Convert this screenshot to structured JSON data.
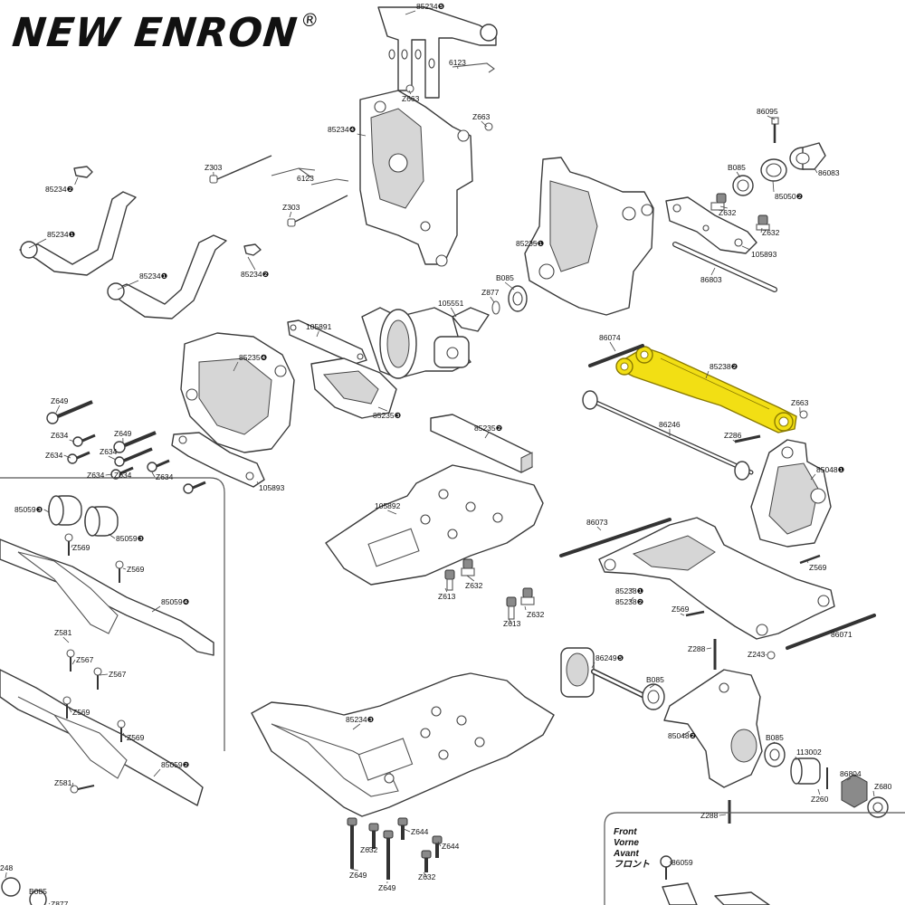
{
  "brand": {
    "name": "NEW ENRON",
    "mark": "®"
  },
  "highlight_color": "#f2df14",
  "labels": [
    {
      "id": "l1",
      "text": "85234",
      "num": "❺"
    },
    {
      "id": "l2",
      "text": "6123"
    },
    {
      "id": "l3",
      "text": "Z663"
    },
    {
      "id": "l4",
      "text": "Z663"
    },
    {
      "id": "l5",
      "text": "85234",
      "num": "❹"
    },
    {
      "id": "l6",
      "text": "Z303"
    },
    {
      "id": "l7",
      "text": "6123"
    },
    {
      "id": "l8",
      "text": "Z303"
    },
    {
      "id": "l9",
      "text": "85234",
      "num": "❷"
    },
    {
      "id": "l10",
      "text": "85234",
      "num": "❶"
    },
    {
      "id": "l11",
      "text": "85234",
      "num": "❶"
    },
    {
      "id": "l12",
      "text": "85234",
      "num": "❷"
    },
    {
      "id": "l13",
      "text": "86095"
    },
    {
      "id": "l14",
      "text": "B085"
    },
    {
      "id": "l15",
      "text": "86083"
    },
    {
      "id": "l16",
      "text": "85050",
      "num": "❷"
    },
    {
      "id": "l17",
      "text": "Z632"
    },
    {
      "id": "l18",
      "text": "Z632"
    },
    {
      "id": "l19",
      "text": "85235",
      "num": "❶"
    },
    {
      "id": "l20",
      "text": "105893"
    },
    {
      "id": "l21",
      "text": "B085"
    },
    {
      "id": "l22",
      "text": "Z877"
    },
    {
      "id": "l23",
      "text": "86803"
    },
    {
      "id": "l24",
      "text": "105551"
    },
    {
      "id": "l25",
      "text": "105891"
    },
    {
      "id": "l26",
      "text": "86074"
    },
    {
      "id": "l27",
      "text": "85238",
      "num": "❷"
    },
    {
      "id": "l28",
      "text": "85235",
      "num": "❹"
    },
    {
      "id": "l29",
      "text": "Z663"
    },
    {
      "id": "l30",
      "text": "Z649"
    },
    {
      "id": "l31",
      "text": "85235",
      "num": "❸"
    },
    {
      "id": "l32",
      "text": "86246"
    },
    {
      "id": "l33",
      "text": "Z634"
    },
    {
      "id": "l34",
      "text": "Z649"
    },
    {
      "id": "l35",
      "text": "Z286"
    },
    {
      "id": "l36",
      "text": "85235",
      "num": "❷"
    },
    {
      "id": "l37",
      "text": "Z634"
    },
    {
      "id": "l38",
      "text": "Z634"
    },
    {
      "id": "l39",
      "text": "85048",
      "num": "❶"
    },
    {
      "id": "l40",
      "text": "Z634"
    },
    {
      "id": "l41",
      "text": "Z634"
    },
    {
      "id": "l42",
      "text": "105893"
    },
    {
      "id": "l43",
      "text": "Z634"
    },
    {
      "id": "l44",
      "text": "85059",
      "num": "❸"
    },
    {
      "id": "l45",
      "text": "105892"
    },
    {
      "id": "l46",
      "text": "86073"
    },
    {
      "id": "l47",
      "text": "Z569"
    },
    {
      "id": "l48",
      "text": "85059",
      "num": "❸"
    },
    {
      "id": "l49",
      "text": "Z569"
    },
    {
      "id": "l50",
      "text": "Z569"
    },
    {
      "id": "l51",
      "text": "Z613"
    },
    {
      "id": "l52",
      "text": "Z632"
    },
    {
      "id": "l53",
      "text": "85238",
      "num": "❶"
    },
    {
      "id": "l54",
      "text": "85238",
      "num": "❷"
    },
    {
      "id": "l55",
      "text": "85059",
      "num": "❹"
    },
    {
      "id": "l56",
      "text": "Z632"
    },
    {
      "id": "l57",
      "text": "Z613"
    },
    {
      "id": "l58",
      "text": "Z569"
    },
    {
      "id": "l59",
      "text": "86071"
    },
    {
      "id": "l60",
      "text": "Z581"
    },
    {
      "id": "l61",
      "text": "Z288"
    },
    {
      "id": "l62",
      "text": "Z243"
    },
    {
      "id": "l63",
      "text": "Z567"
    },
    {
      "id": "l64",
      "text": "Z567"
    },
    {
      "id": "l65",
      "text": "86249",
      "num": "❺"
    },
    {
      "id": "l66",
      "text": "B085"
    },
    {
      "id": "l67",
      "text": "Z569"
    },
    {
      "id": "l68",
      "text": "85234",
      "num": "❸"
    },
    {
      "id": "l69",
      "text": "Z569"
    },
    {
      "id": "l70",
      "text": "85048",
      "num": "❷"
    },
    {
      "id": "l71",
      "text": "B085"
    },
    {
      "id": "l72",
      "text": "113002"
    },
    {
      "id": "l73",
      "text": "85059",
      "num": "❷"
    },
    {
      "id": "l74",
      "text": "86804"
    },
    {
      "id": "l75",
      "text": "Z581"
    },
    {
      "id": "l76",
      "text": "Z260"
    },
    {
      "id": "l77",
      "text": "Z680"
    },
    {
      "id": "l78",
      "text": "Z288"
    },
    {
      "id": "l79",
      "text": "Z644"
    },
    {
      "id": "l80",
      "text": "Z644"
    },
    {
      "id": "l81",
      "text": "Z632"
    },
    {
      "id": "l82",
      "text": "Z649"
    },
    {
      "id": "l83",
      "text": "Z649"
    },
    {
      "id": "l84",
      "text": "Z632"
    },
    {
      "id": "l85",
      "text": "248"
    },
    {
      "id": "l86",
      "text": "B085"
    },
    {
      "id": "l87",
      "text": "Z877"
    },
    {
      "id": "l88",
      "text": "86059"
    }
  ],
  "front_note": [
    "Front",
    "Vorne",
    "Avant",
    "フロント"
  ]
}
